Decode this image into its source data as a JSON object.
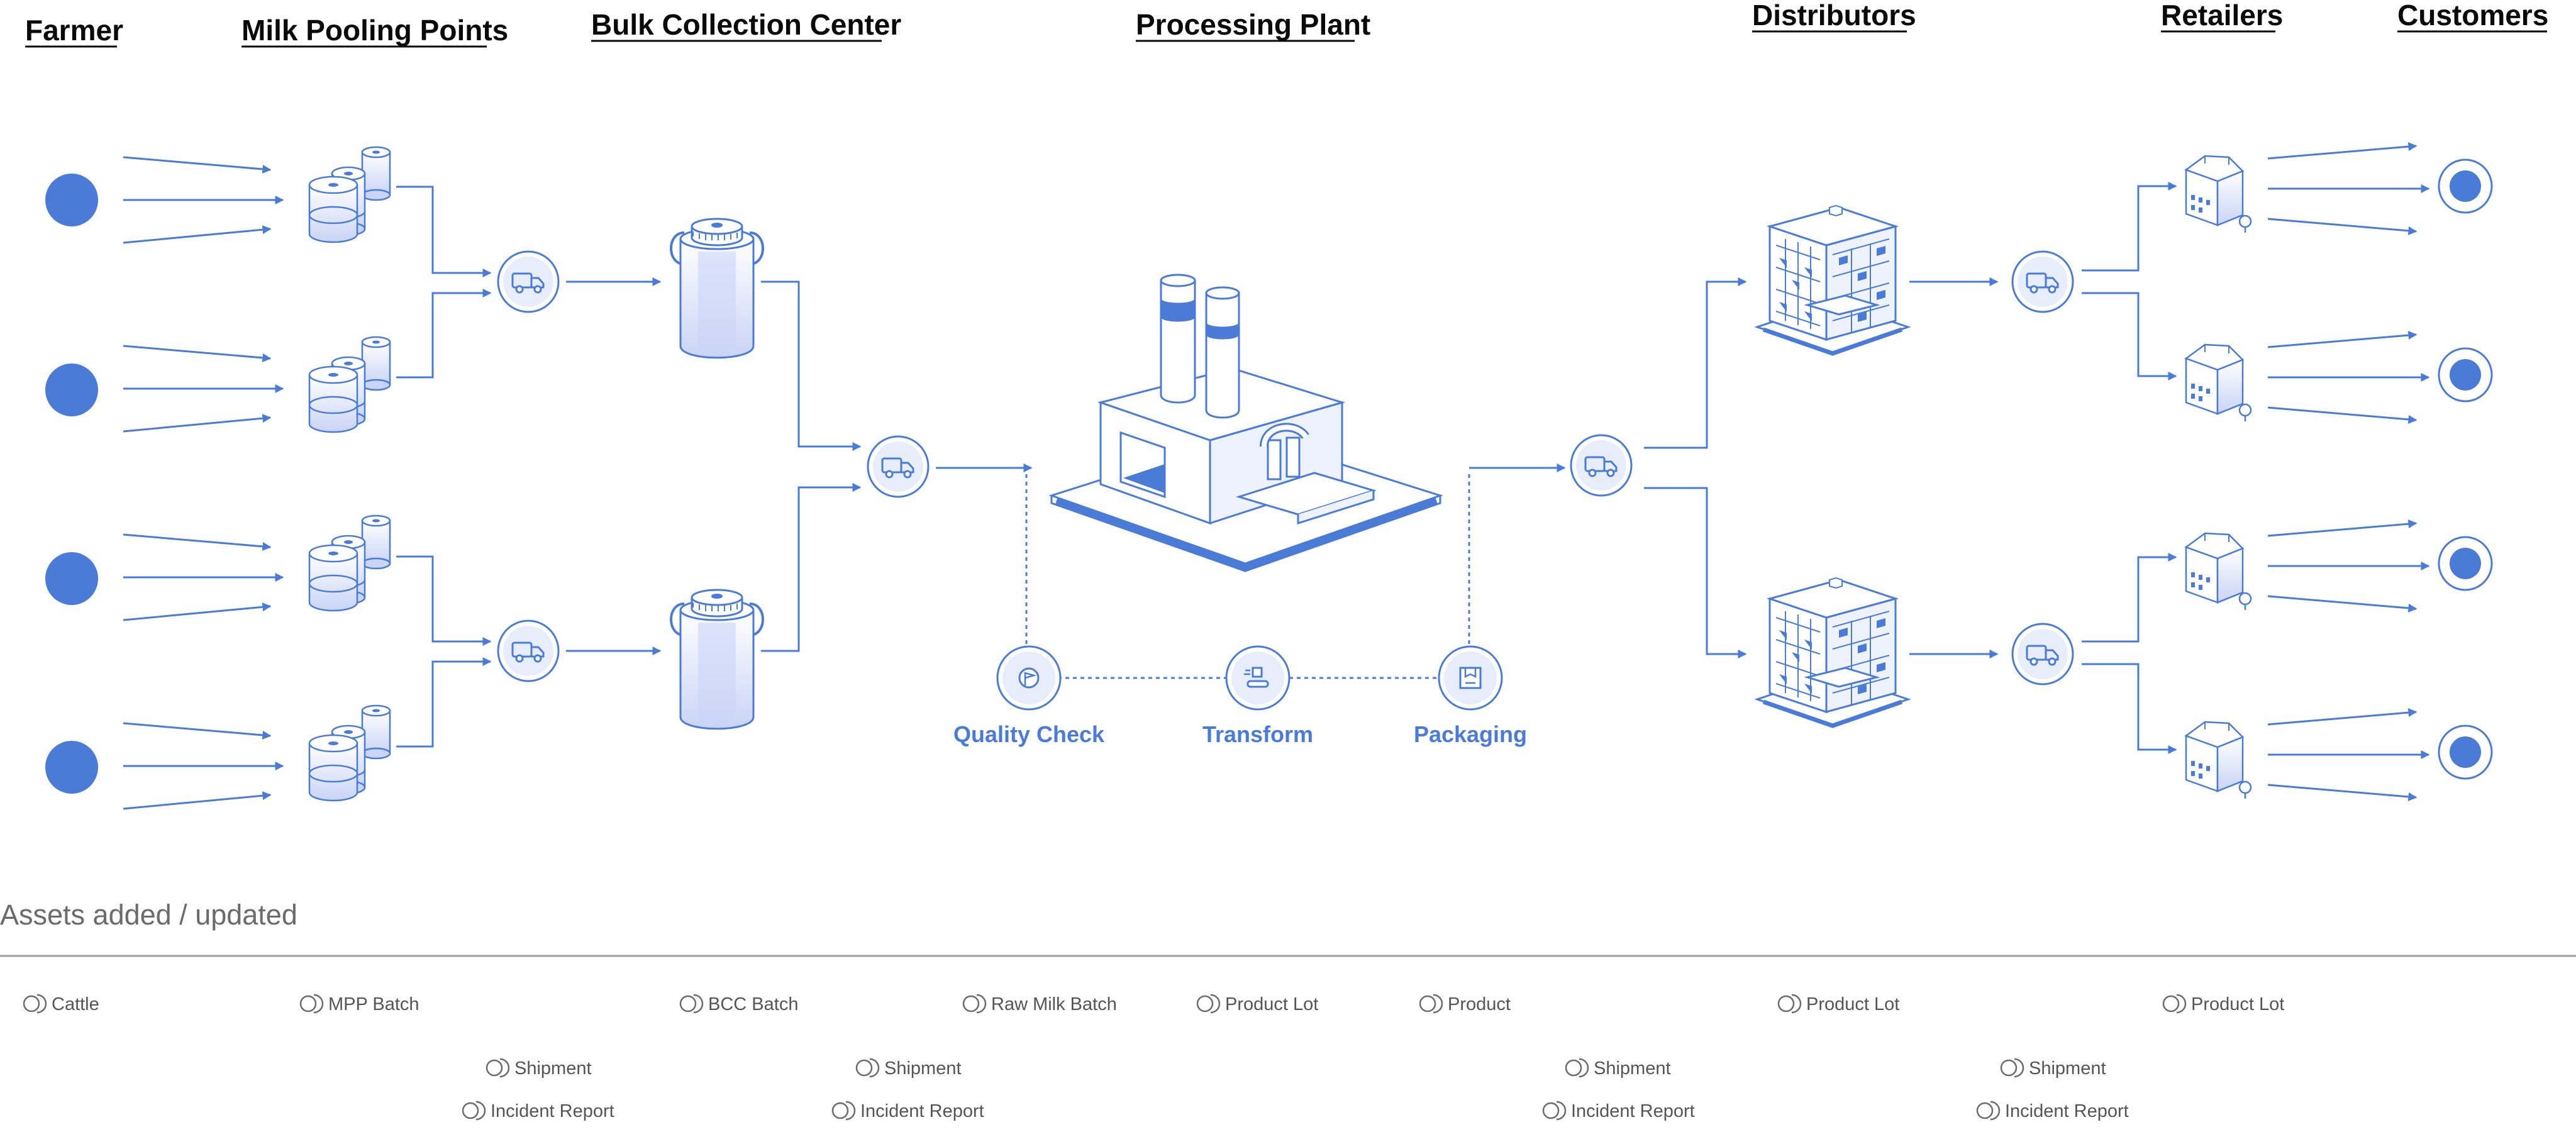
{
  "colors": {
    "accent": "#4a7bd6",
    "accent_light": "#e3e9fb",
    "heading": "#0a0a0a",
    "muted_text": "#6b6b6b",
    "divider": "#9a9a9a"
  },
  "headers": {
    "farmer": "Farmer",
    "milk_pooling_points": "Milk Pooling Points",
    "bulk_collection_center": "Bulk Collection Center",
    "processing_plant": "Processing Plant",
    "distributors": "Distributors",
    "retailers": "Retailers",
    "customers": "Customers"
  },
  "process_steps": {
    "quality_check": "Quality Check",
    "transform": "Transform",
    "packaging": "Packaging"
  },
  "icons": {
    "farmer": "filled-circle-icon",
    "pooling_point": "milk-cans-icon",
    "shipment": "truck-icon",
    "bulk_center": "milk-container-icon",
    "plant": "factory-icon",
    "quality_check": "quality-seal-icon",
    "transform": "transform-icon",
    "packaging": "package-icon",
    "distributor": "warehouse-icon",
    "retailer": "store-icon",
    "customer": "customer-ring-icon",
    "asset": "asset-token-icon"
  },
  "assets_section": {
    "title": "Assets added / updated",
    "row1": {
      "cattle": "Cattle",
      "mpp_batch": "MPP Batch",
      "bcc_batch": "BCC Batch",
      "raw_milk_batch": "Raw Milk Batch",
      "plant_product_lot": "Product Lot",
      "product": "Product",
      "distributor_product_lot": "Product Lot",
      "retailer_product_lot": "Product Lot"
    },
    "row2": {
      "mpp_shipment": "Shipment",
      "bcc_shipment": "Shipment",
      "distributor_shipment": "Shipment",
      "retailer_shipment": "Shipment"
    },
    "row3": {
      "mpp_incident_report": "Incident Report",
      "bcc_incident_report": "Incident Report",
      "distributor_incident_report": "Incident Report",
      "retailer_incident_report": "Incident Report"
    }
  }
}
